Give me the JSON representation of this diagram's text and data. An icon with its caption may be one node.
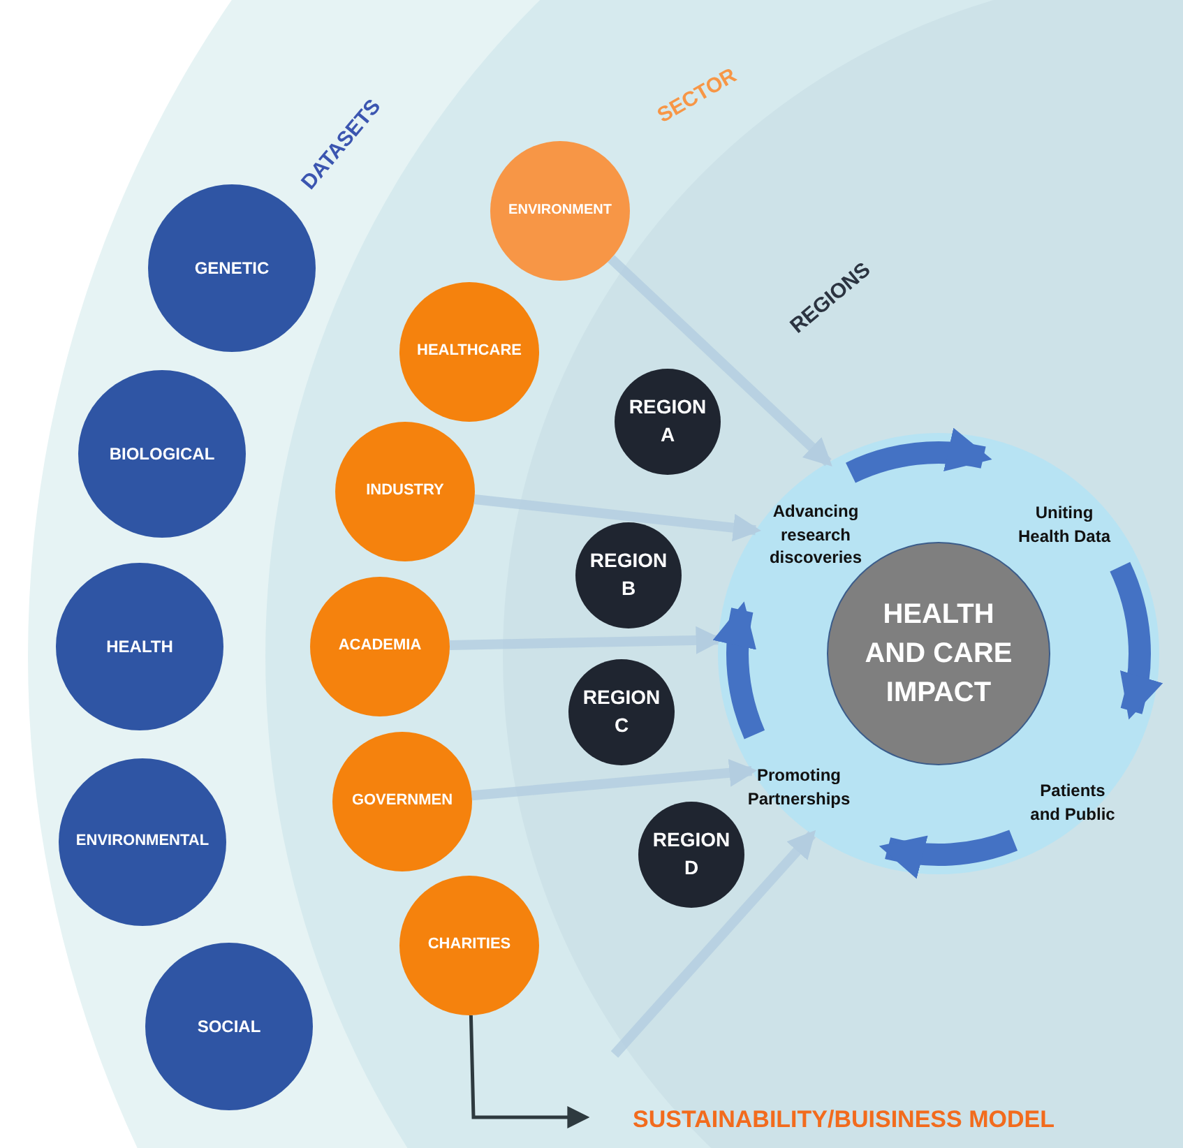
{
  "diagram": {
    "nodes": [
      {
        "text": [
          "GENETIC"
        ]
      },
      {
        "text": [
          "BIOLOGICAL"
        ]
      },
      {
        "text": [
          "HEALTH"
        ]
      },
      {
        "text": [
          "ENVIRONMENTAL"
        ]
      },
      {
        "text": [
          "SOCIAL"
        ]
      },
      {
        "text": [
          "ENVIRONMENT"
        ]
      },
      {
        "text": [
          "HEALTHCARE"
        ]
      },
      {
        "text": [
          "INDUSTRY"
        ]
      },
      {
        "text": [
          "ACADEMIA"
        ]
      },
      {
        "text": [
          "GOVERNMEN"
        ]
      },
      {
        "text": [
          "CHARITIES"
        ]
      },
      {
        "text": [
          "REGION A"
        ]
      },
      {
        "text": [
          "REGION B"
        ]
      },
      {
        "text": [
          "REGION C"
        ]
      },
      {
        "text": [
          "REGION D"
        ]
      },
      {
        "text": [],
        "shape": "circle"
      },
      {
        "text": [
          "Advancing research discoveries"
        ],
        "in": 15
      },
      {
        "text": [
          "Uniting Health Data"
        ],
        "in": 15
      },
      {
        "text": [
          "Patients and Public"
        ],
        "in": 15
      },
      {
        "text": [
          "Promoting Partnerships"
        ],
        "in": 15
      },
      {
        "text": [
          "HEALTH AND CARE IMPACT"
        ],
        "in": 15
      },
      {
        "text": [
          "SUSTAINABILITY/BUISINESS MODEL"
        ]
      }
    ],
    "edges": [
      {
        "from": 5,
        "to": 15,
        "arrow": "to"
      },
      {
        "from": 7,
        "to": 15,
        "arrow": "to"
      },
      {
        "from": 8,
        "to": 15,
        "arrow": "to"
      },
      {
        "from": 9,
        "to": 15,
        "arrow": "to"
      },
      {
        "from": null,
        "to": 15,
        "arrow": "to"
      },
      {
        "from": 16,
        "to": 17,
        "arrow": "to",
        "style": "thick",
        "color": "#4472c4"
      },
      {
        "from": 17,
        "to": 18,
        "arrow": "to",
        "style": "thick",
        "color": "#4472c4"
      },
      {
        "from": 18,
        "to": 19,
        "arrow": "to",
        "style": "thick",
        "color": "#4472c4"
      },
      {
        "from": 19,
        "to": 16,
        "arrow": "to",
        "style": "thick",
        "color": "#4472c4"
      },
      {
        "from": 10,
        "to": 21,
        "arrow": "to",
        "color": "#2e3a3f"
      }
    ],
    "labels": [
      "DATASETS",
      "SECTOR",
      "REGIONS"
    ]
  }
}
